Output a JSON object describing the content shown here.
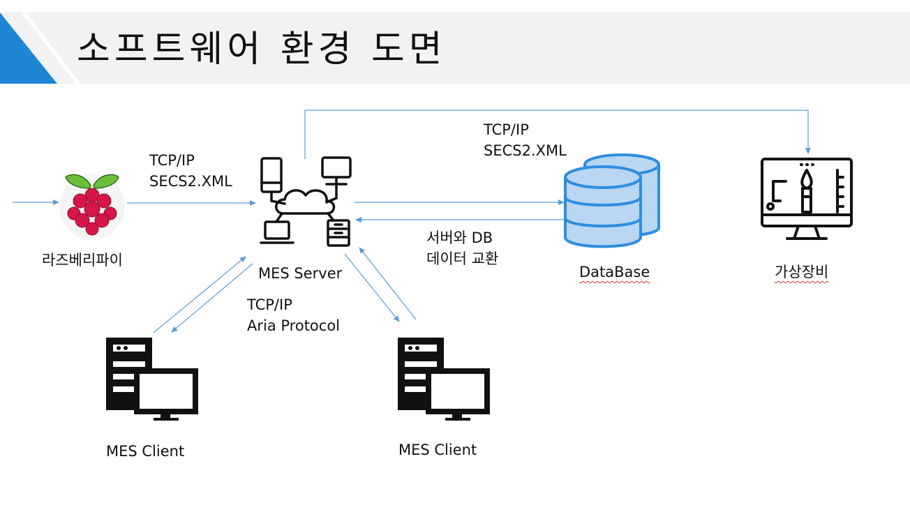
{
  "title": "소프트웨어 환경 도면",
  "nodes": {
    "raspberry": "라즈베리파이",
    "server": "MES Server",
    "database": "DataBase",
    "virtual_equipment": "가상장비",
    "client_left": "MES Client",
    "client_right": "MES Client"
  },
  "links": {
    "raspberry_server": [
      "TCP/IP",
      "SECS2.XML"
    ],
    "server_equipment": [
      "TCP/IP",
      "SECS2.XML"
    ],
    "server_db": [
      "서버와 DB",
      "데이터 교환"
    ],
    "server_clients": [
      "TCP/IP",
      "Aria Protocol"
    ]
  },
  "colors": {
    "accent": "#1f86d6",
    "connector": "#5b9bd5",
    "db_fill": "#b9d6f2",
    "db_stroke": "#2e8ee0"
  }
}
